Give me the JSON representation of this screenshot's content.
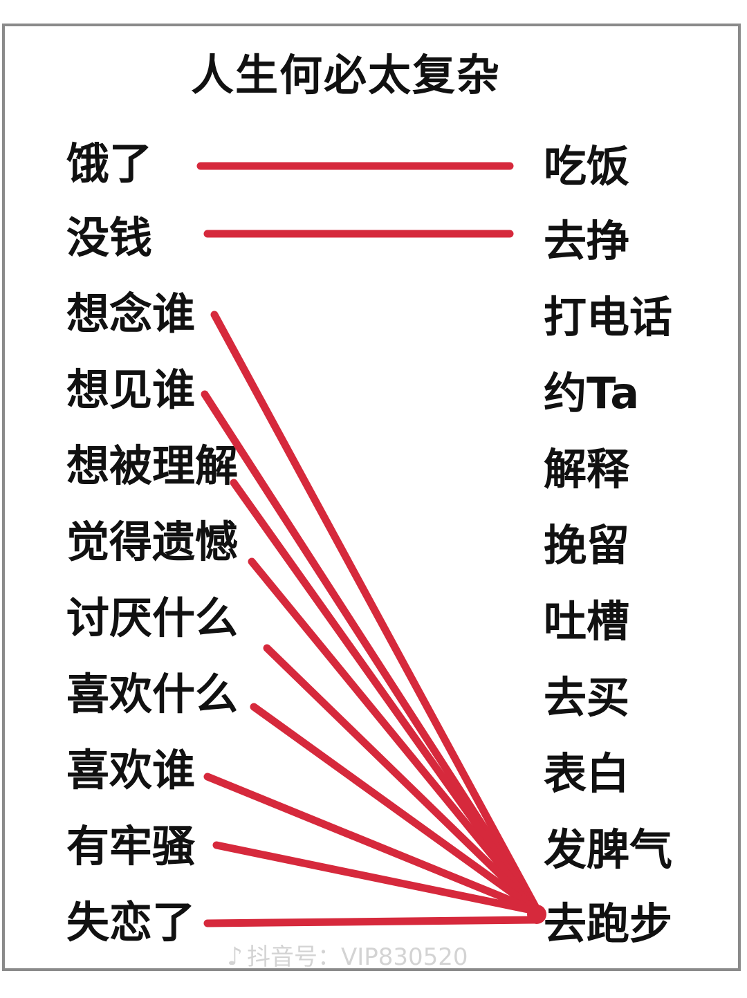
{
  "title": "人生何必太复杂",
  "left_items": [
    "饿了",
    "没钱",
    "想念谁",
    "想见谁",
    "想被理解",
    "觉得遗憾",
    "讨厌什么",
    "喜欢什么",
    "喜欢谁",
    "有牢骚",
    "失恋了"
  ],
  "right_items": [
    "吃饭",
    "去挣",
    "打电话",
    "约Ta",
    "解释",
    "挽留",
    "吐槽",
    "去买",
    "表白",
    "发脾气",
    "去跑步"
  ],
  "connections": [
    {
      "from": "饿了",
      "to": "吃饭"
    },
    {
      "from": "没钱",
      "to": "去挣"
    },
    {
      "from": "想念谁",
      "to": "去跑步"
    },
    {
      "from": "想见谁",
      "to": "去跑步"
    },
    {
      "from": "想被理解",
      "to": "去跑步"
    },
    {
      "from": "觉得遗憾",
      "to": "去跑步"
    },
    {
      "from": "讨厌什么",
      "to": "去跑步"
    },
    {
      "from": "喜欢什么",
      "to": "去跑步"
    },
    {
      "from": "喜欢谁",
      "to": "去跑步"
    },
    {
      "from": "有牢骚",
      "to": "去跑步"
    },
    {
      "from": "失恋了",
      "to": "去跑步"
    }
  ],
  "line_color": "#d6293c",
  "watermark": {
    "icon": "douyin-icon",
    "text": "抖音号：VIP830520"
  }
}
